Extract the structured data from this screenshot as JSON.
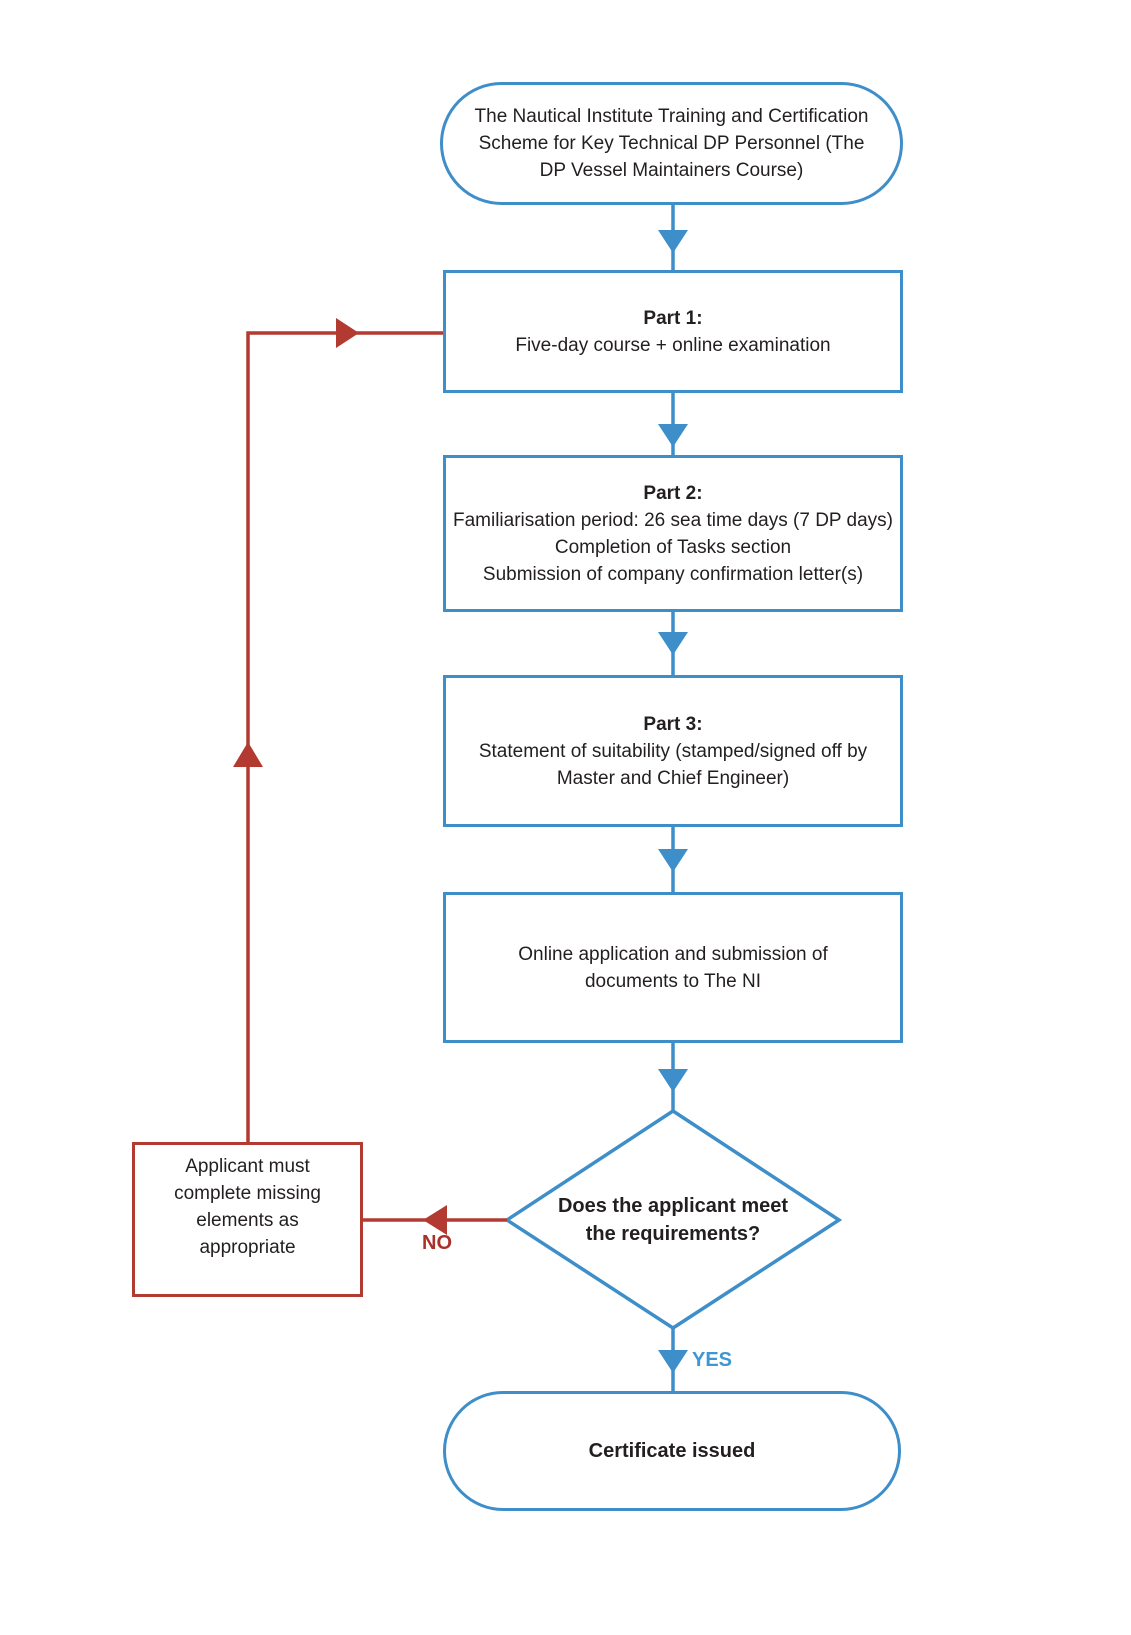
{
  "colors": {
    "blue": "#3e8ec9",
    "red": "#b23a31",
    "yes_label": "#3e96d2",
    "no_label": "#a93129",
    "text": "#231f20",
    "background": "#ffffff"
  },
  "nodes": {
    "start": {
      "text": "The Nautical Institute Training and Certification Scheme for Key Technical DP Personnel (The DP Vessel Maintainers Course)"
    },
    "part1": {
      "title": "Part 1:",
      "line1": "Five-day course + online examination"
    },
    "part2": {
      "title": "Part 2:",
      "line1": "Familiarisation period: 26 sea time days (7 DP days)",
      "line2": "Completion of Tasks section",
      "line3": "Submission of company confirmation letter(s)"
    },
    "part3": {
      "title": "Part 3:",
      "line1": "Statement of suitability (stamped/signed off by Master and Chief Engineer)"
    },
    "application": {
      "line1": "Online application and submission of documents to The NI"
    },
    "decision": {
      "question": "Does the applicant meet the requirements?"
    },
    "fix": {
      "line1": "Applicant must complete missing elements as appropriate"
    },
    "end": {
      "text": "Certificate issued"
    }
  },
  "labels": {
    "yes": "YES",
    "no": "NO"
  }
}
